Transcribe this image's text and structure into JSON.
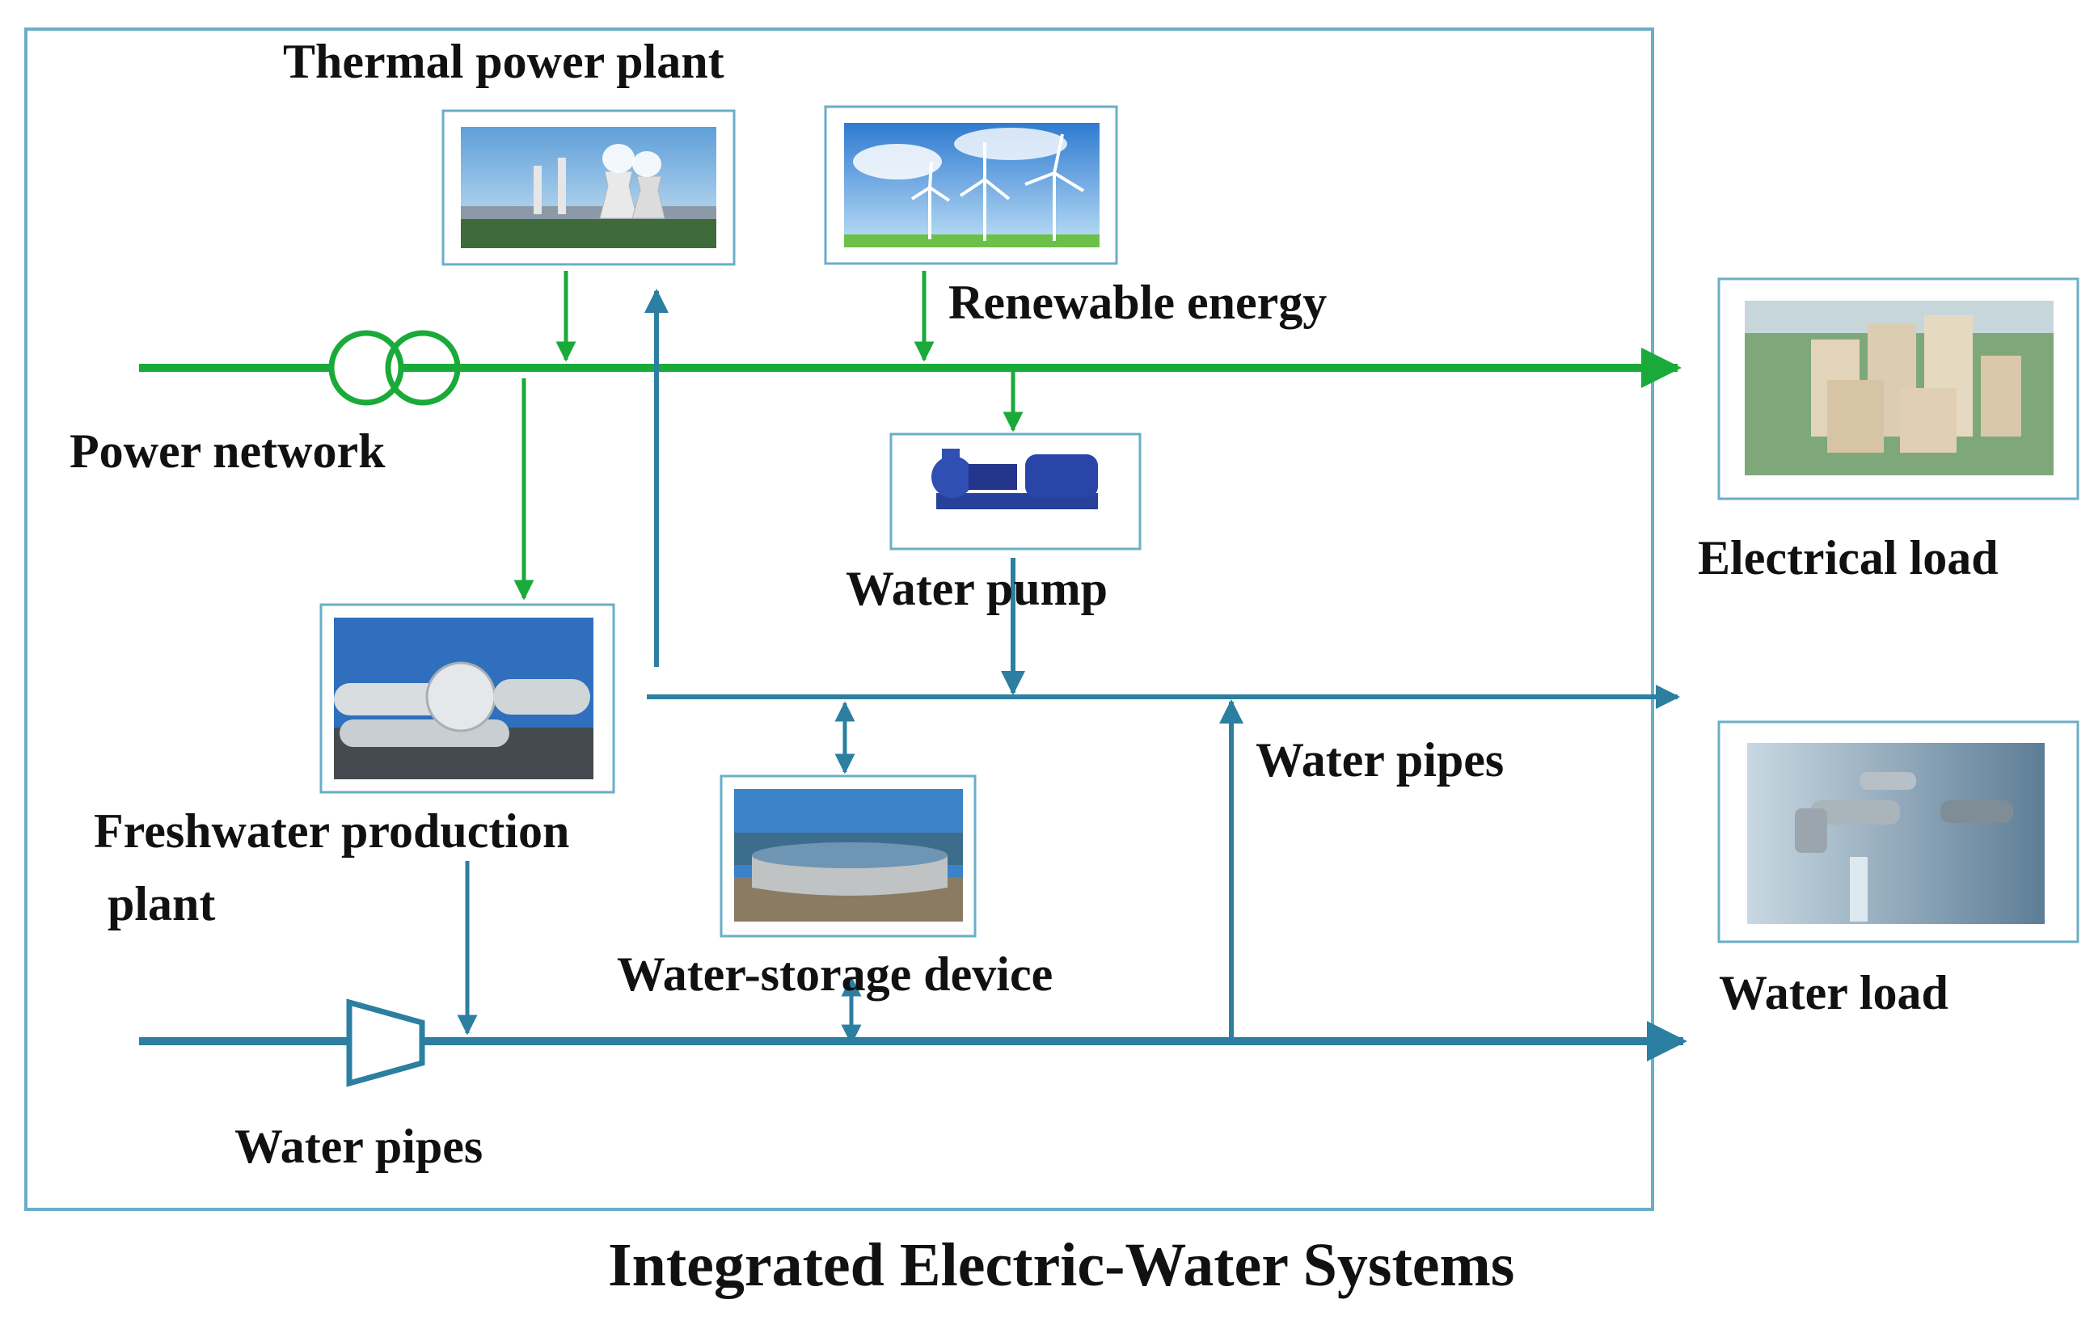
{
  "diagram": {
    "title": "Integrated Electric-Water Systems",
    "labels": {
      "thermal_power_plant": "Thermal power plant",
      "renewable_energy": "Renewable energy",
      "power_network": "Power network",
      "water_pump": "Water pump",
      "freshwater_line1": "Freshwater production",
      "freshwater_line2": "plant",
      "water_pipes_mid": "Water pipes",
      "water_storage_device": "Water-storage device",
      "water_pipes_bottom": "Water pipes",
      "electrical_load": "Electrical load",
      "water_load": "Water load"
    },
    "colors": {
      "power_line": "#1aaa3a",
      "water_line": "#2c7fa0",
      "frame": "#6aaec8",
      "text": "#111111"
    }
  }
}
